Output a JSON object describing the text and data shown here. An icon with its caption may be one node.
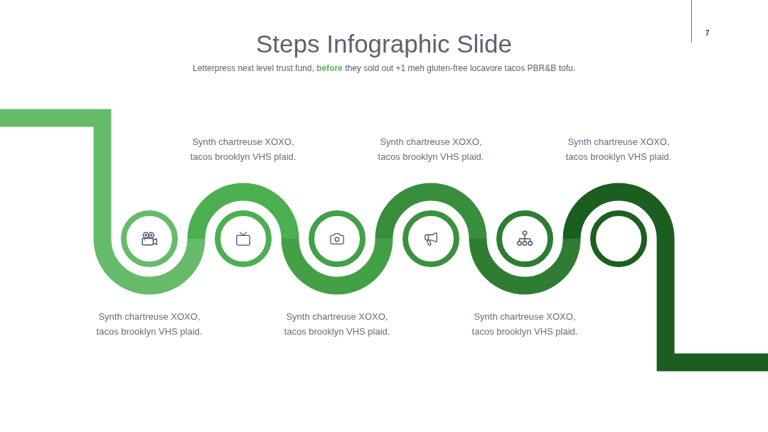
{
  "diagram": {
    "title": "Steps Infographic Slide",
    "nodes": [
      {
        "text": [],
        "shape": "circle"
      },
      {
        "text": [],
        "shape": "circle"
      },
      {
        "text": [],
        "shape": "circle"
      },
      {
        "text": [],
        "shape": "circle"
      },
      {
        "text": [],
        "shape": "circle"
      },
      {
        "text": [],
        "shape": "circle"
      }
    ],
    "labels": [
      "7",
      "Letterpress next level trust fund, **before** they sold out +1 meh gluten-free locavore tacos PBR&B tofu.",
      "Synth chartreuse XOXO, tacos brooklyn VHS plaid.",
      "Synth chartreuse XOXO, tacos brooklyn VHS plaid.",
      "Synth chartreuse XOXO, tacos brooklyn VHS plaid.",
      "Synth chartreuse XOXO, tacos brooklyn VHS plaid.",
      "Synth chartreuse XOXO, tacos brooklyn VHS plaid.",
      "Synth chartreuse XOXO, tacos brooklyn VHS plaid."
    ]
  }
}
